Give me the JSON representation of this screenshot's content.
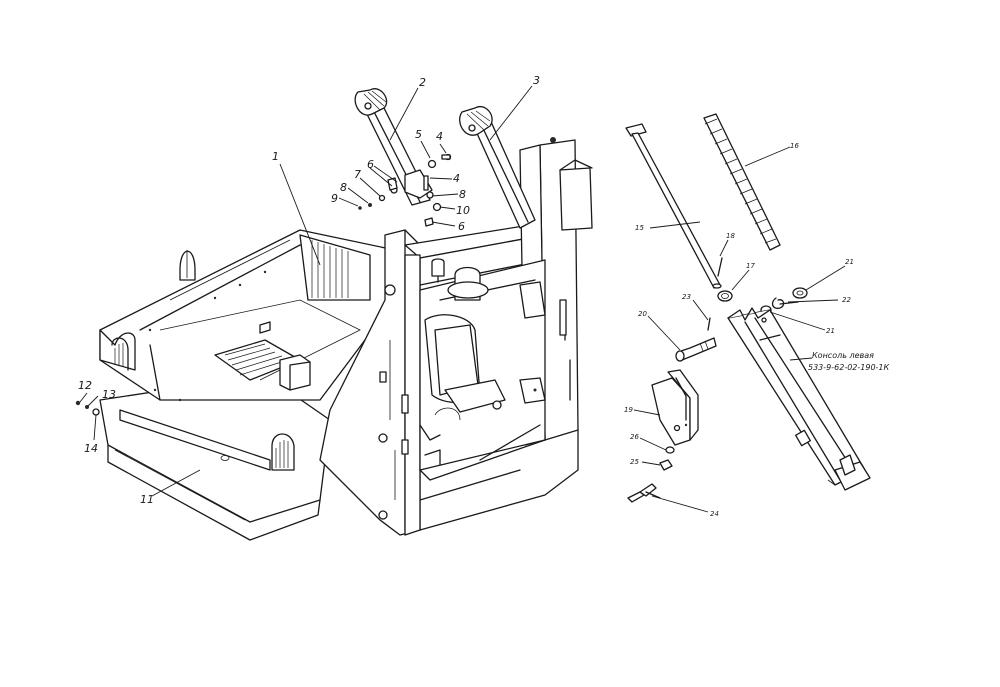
{
  "callouts": {
    "c1": "1",
    "c2": "2",
    "c3": "3",
    "c4a": "4",
    "c4b": "4",
    "c5": "5",
    "c6a": "6",
    "c6b": "6",
    "c7": "7",
    "c8a": "8",
    "c8b": "8",
    "c9": "9",
    "c10": "10",
    "c11": "11",
    "c12": "12",
    "c13": "13",
    "c14": "14",
    "c15": "15",
    "c16": "16",
    "c17": "17",
    "c18": "18",
    "c19": "19",
    "c20": "20",
    "c21a": "21",
    "c21b": "21",
    "c22": "22",
    "c23": "23",
    "c24": "24",
    "c25": "25",
    "c26": "26"
  },
  "console_note": {
    "line1": "Консоль левая",
    "line2": "533-9-62-02-190-1К"
  }
}
